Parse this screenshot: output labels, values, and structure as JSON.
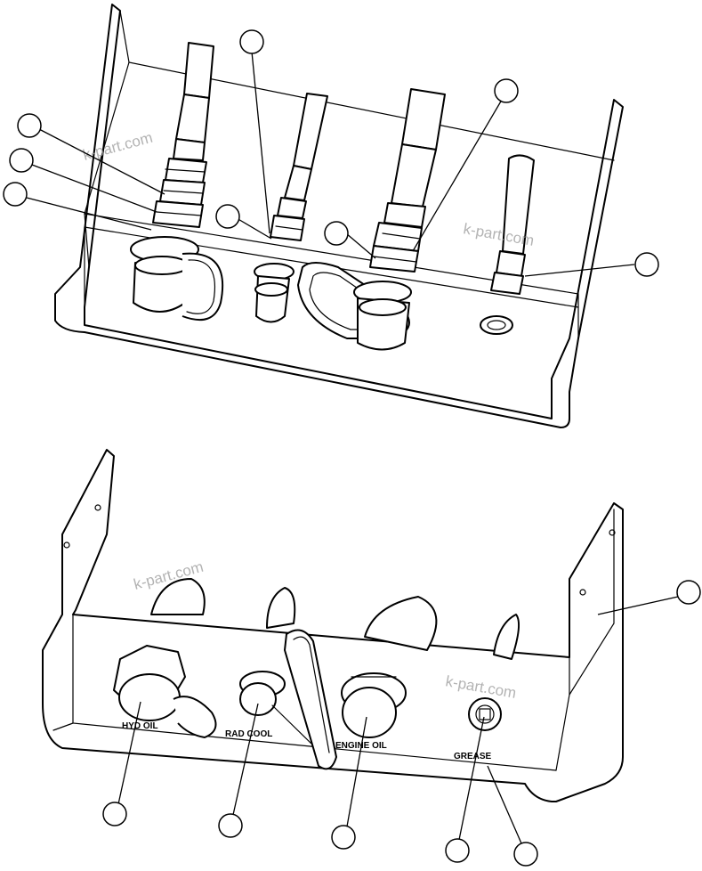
{
  "watermarks": [
    "k-part.com",
    "k-part.com",
    "k-part.com",
    "k-part.com"
  ],
  "labels": {
    "hyd_oil": "HYD OIL",
    "rad_cool": "RAD COOL",
    "engine_oil": "ENGINE OIL",
    "grease": "GREASE"
  }
}
